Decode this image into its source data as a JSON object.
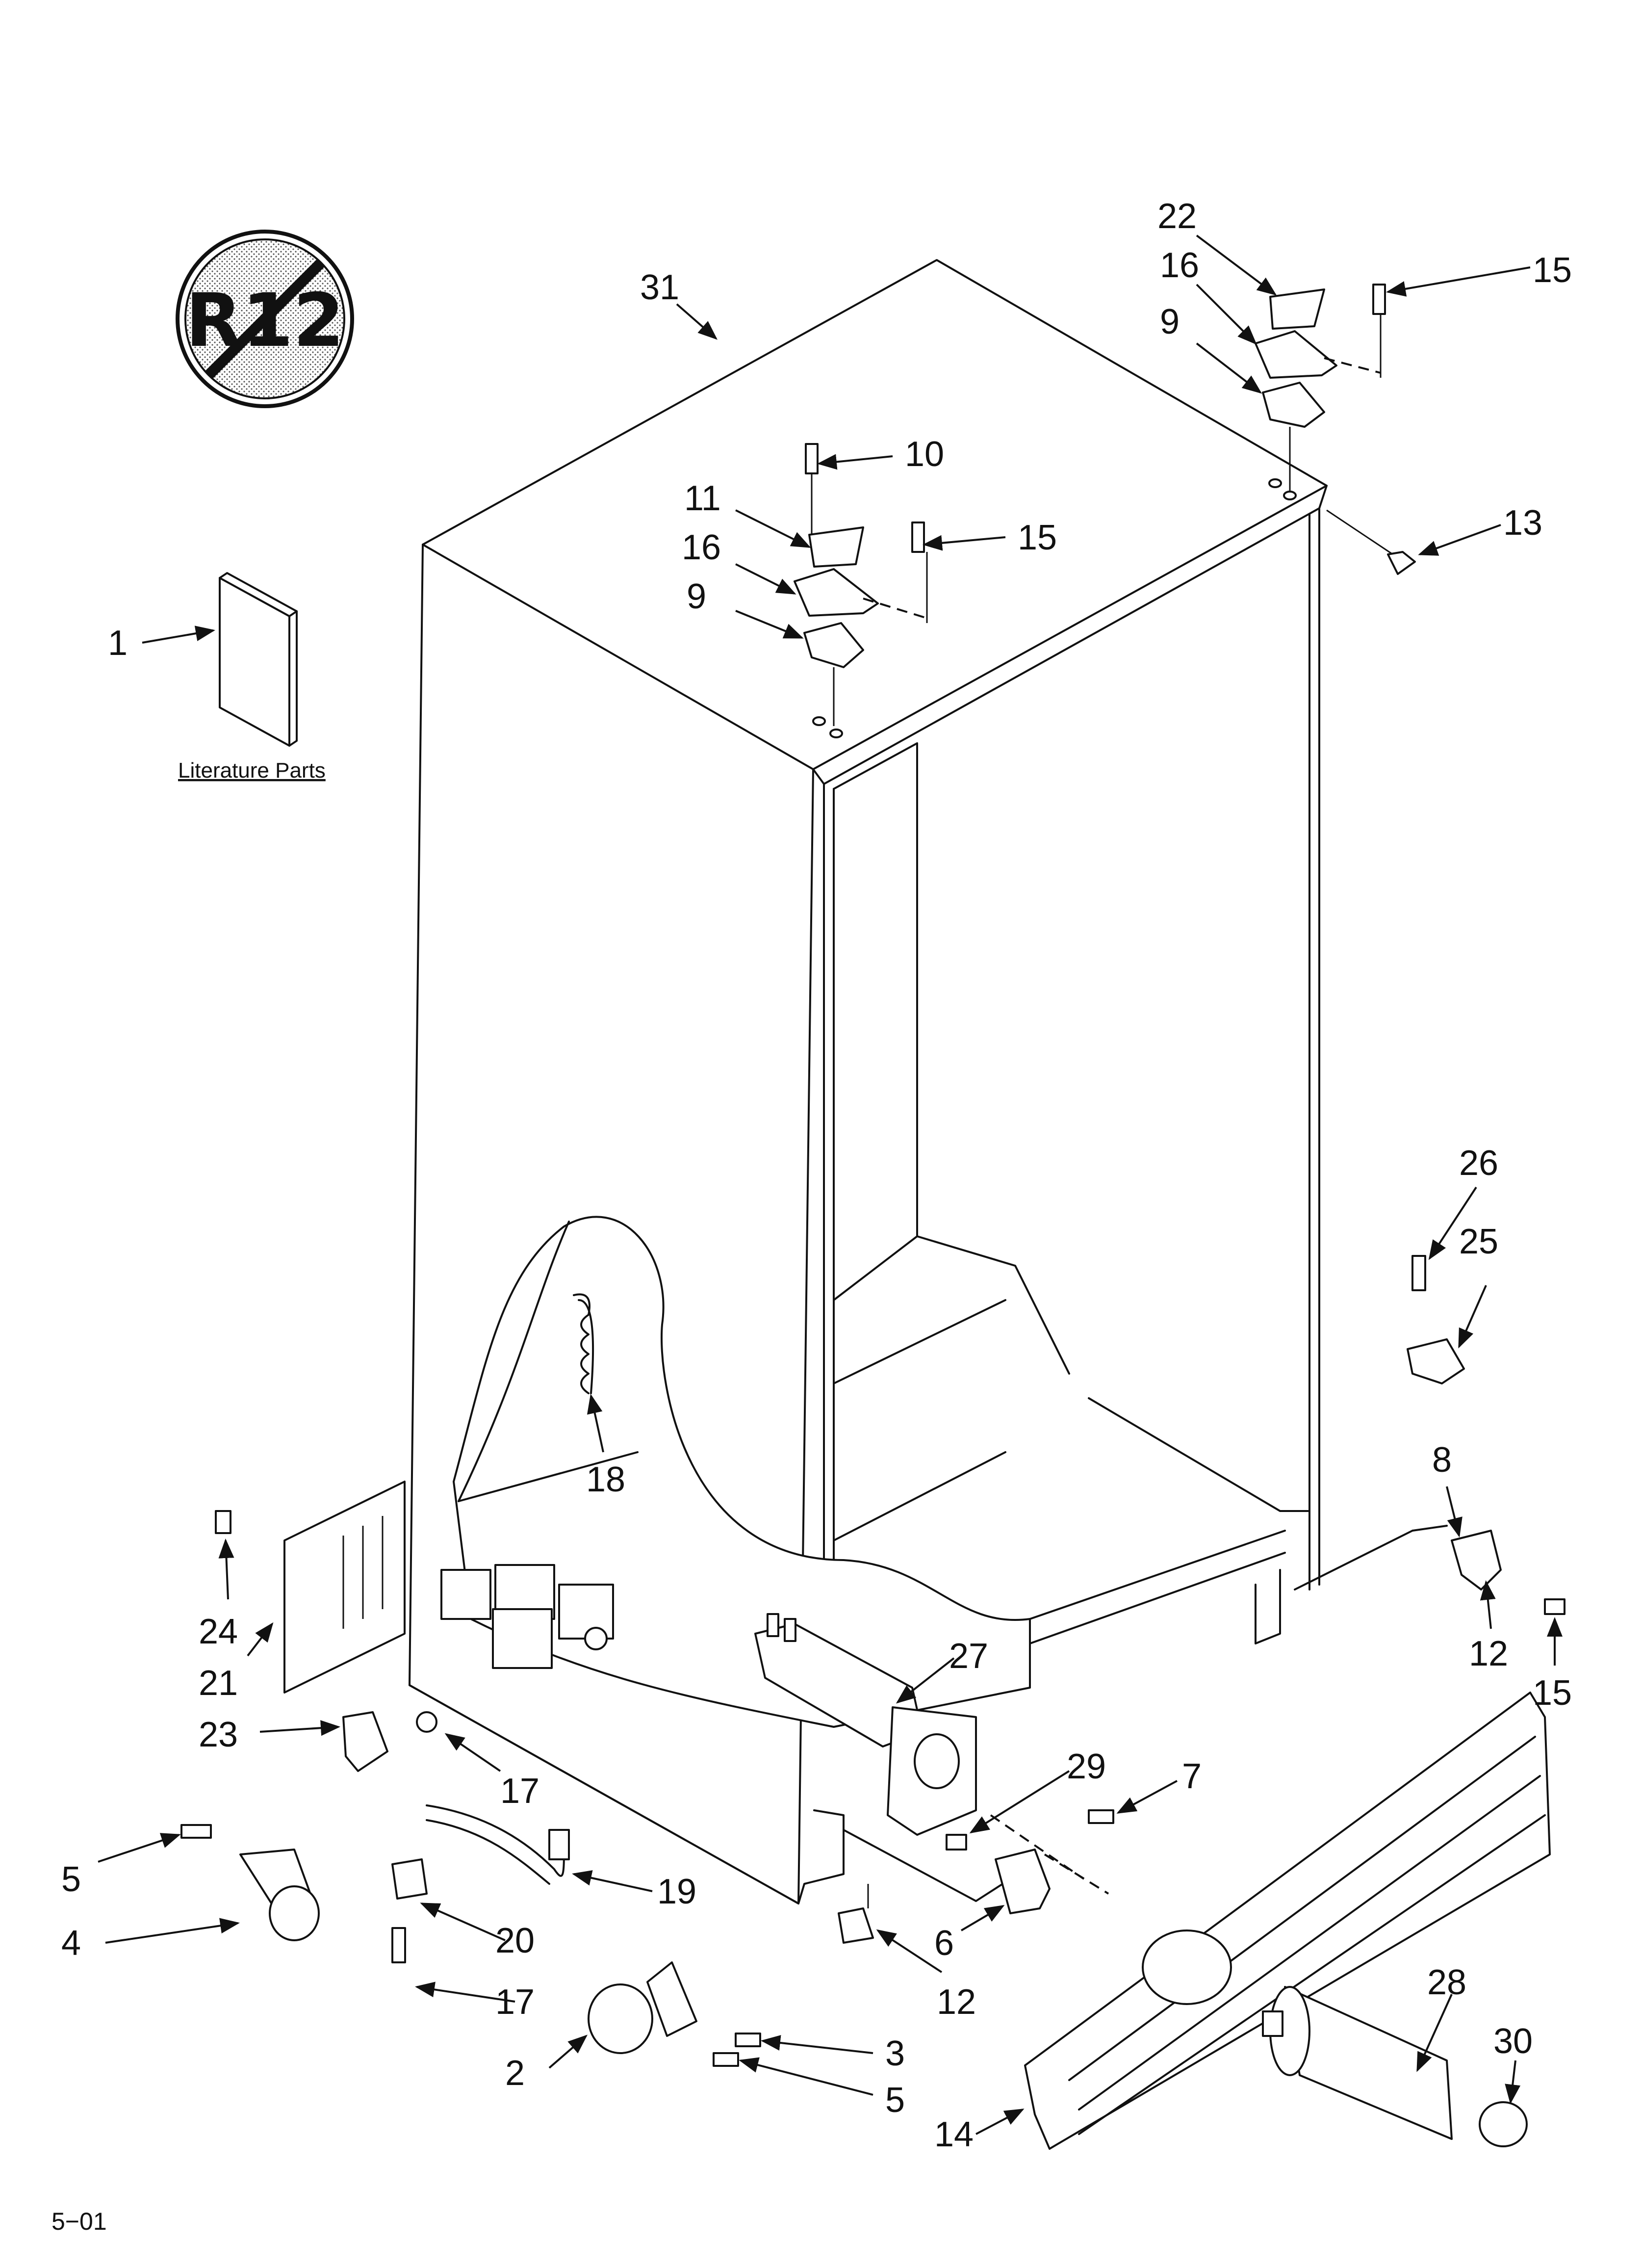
{
  "badge": {
    "text": "R12"
  },
  "literature_label": "Literature Parts",
  "footer": "5−01",
  "callouts": [
    {
      "id": "c31a",
      "label": "31"
    },
    {
      "id": "c22",
      "label": "22"
    },
    {
      "id": "c16a",
      "label": "16"
    },
    {
      "id": "c15a",
      "label": "15"
    },
    {
      "id": "c9a",
      "label": "9"
    },
    {
      "id": "c10",
      "label": "10"
    },
    {
      "id": "c11",
      "label": "11"
    },
    {
      "id": "c15b",
      "label": "15"
    },
    {
      "id": "c16b",
      "label": "16"
    },
    {
      "id": "c13",
      "label": "13"
    },
    {
      "id": "c9b",
      "label": "9"
    },
    {
      "id": "c1",
      "label": "1"
    },
    {
      "id": "c26",
      "label": "26"
    },
    {
      "id": "c25",
      "label": "25"
    },
    {
      "id": "c8",
      "label": "8"
    },
    {
      "id": "c18",
      "label": "18"
    },
    {
      "id": "c24",
      "label": "24"
    },
    {
      "id": "c21",
      "label": "21"
    },
    {
      "id": "c12a",
      "label": "12"
    },
    {
      "id": "c15c",
      "label": "15"
    },
    {
      "id": "c27",
      "label": "27"
    },
    {
      "id": "c23",
      "label": "23"
    },
    {
      "id": "c29",
      "label": "29"
    },
    {
      "id": "c7",
      "label": "7"
    },
    {
      "id": "c17a",
      "label": "17"
    },
    {
      "id": "c5a",
      "label": "5"
    },
    {
      "id": "c19",
      "label": "19"
    },
    {
      "id": "c6",
      "label": "6"
    },
    {
      "id": "c4",
      "label": "4"
    },
    {
      "id": "c20",
      "label": "20"
    },
    {
      "id": "c12b",
      "label": "12"
    },
    {
      "id": "c28",
      "label": "28"
    },
    {
      "id": "c17b",
      "label": "17"
    },
    {
      "id": "c30",
      "label": "30"
    },
    {
      "id": "c3",
      "label": "3"
    },
    {
      "id": "c2",
      "label": "2"
    },
    {
      "id": "c5b",
      "label": "5"
    },
    {
      "id": "c14",
      "label": "14"
    }
  ]
}
